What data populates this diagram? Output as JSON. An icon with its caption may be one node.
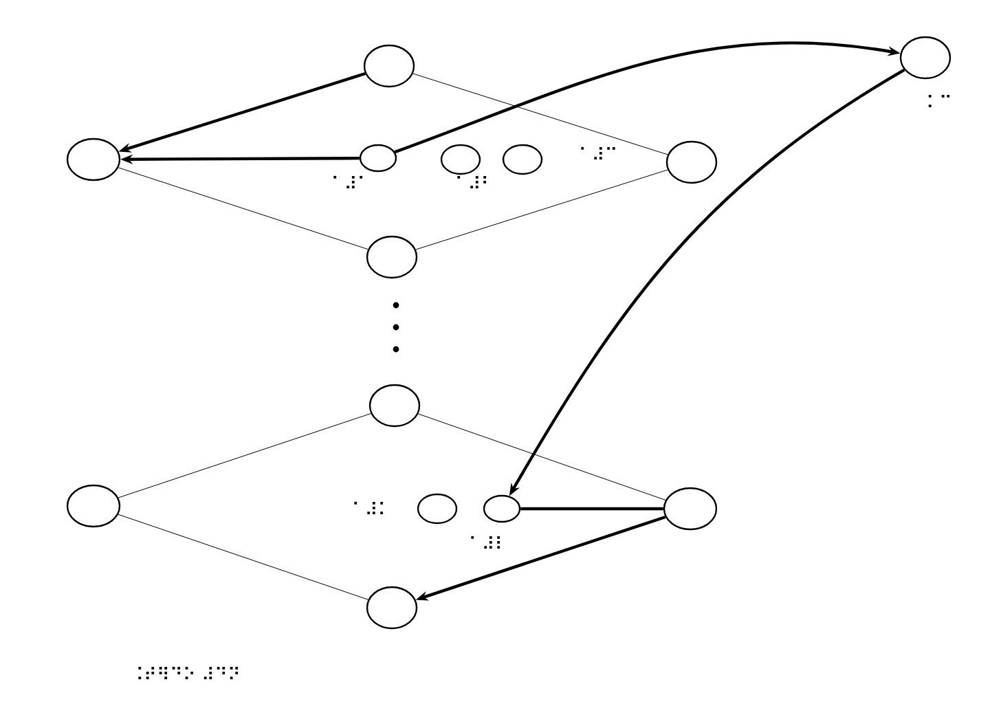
{
  "diagram": {
    "nodes": [
      {
        "text": [],
        "shape": "circle"
      },
      {
        "text": [],
        "shape": "circle"
      },
      {
        "text": [],
        "shape": "circle"
      },
      {
        "text": [],
        "shape": "circle"
      },
      {
        "text": [],
        "shape": "circle"
      },
      {
        "text": [],
        "shape": "circle"
      },
      {
        "text": [],
        "shape": "circle"
      },
      {
        "text": [],
        "shape": "circle"
      },
      {
        "text": [],
        "shape": "circle"
      },
      {
        "text": [],
        "shape": "circle"
      },
      {
        "text": [],
        "shape": "circle"
      },
      {
        "text": [],
        "shape": "circle"
      },
      {
        "text": [],
        "shape": "circle"
      },
      {
        "text": [],
        "shape": "circle"
      }
    ],
    "edges": [
      {
        "from": 0,
        "to": 5,
        "arrow": "none"
      },
      {
        "from": 1,
        "to": 6,
        "arrow": "none"
      },
      {
        "from": 5,
        "to": 6,
        "arrow": "none"
      },
      {
        "from": 0,
        "to": 1,
        "arrow": "to",
        "style": "thick"
      },
      {
        "from": 2,
        "to": 1,
        "arrow": "to",
        "style": "thick"
      },
      {
        "from": 2,
        "to": 7,
        "arrow": "to",
        "style": "thick"
      },
      {
        "from": 8,
        "to": 9,
        "arrow": "none"
      },
      {
        "from": 8,
        "to": 12,
        "arrow": "none"
      },
      {
        "from": 9,
        "to": 13,
        "arrow": "none"
      },
      {
        "from": 7,
        "to": 11,
        "arrow": "to",
        "style": "thick"
      },
      {
        "from": 11,
        "to": 12,
        "arrow": "none",
        "style": "thick"
      },
      {
        "from": 12,
        "to": 13,
        "arrow": "to",
        "style": "thick"
      }
    ],
    "labels": [
      "⠁⠼⠁",
      "⠁⠼⠃",
      "⠁⠼⠉",
      "⠅⠉",
      "⠁⠼⠅",
      "⠁⠼⠇",
      "⠨⠞⠻⠙⠕ ⠼⠙⠝"
    ]
  }
}
